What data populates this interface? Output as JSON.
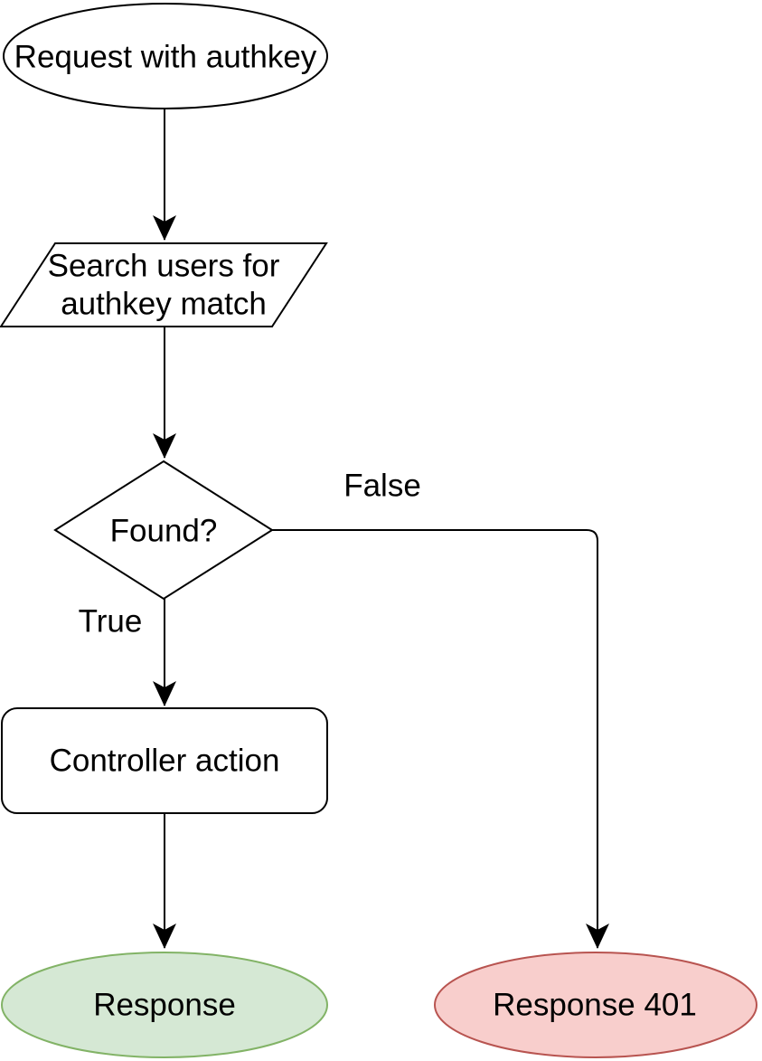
{
  "diagram": {
    "type": "flowchart",
    "nodes": {
      "start": {
        "label": "Request with authkey",
        "shape": "ellipse",
        "fill": "#ffffff",
        "stroke": "#000000"
      },
      "search": {
        "label": "Search users for authkey match",
        "line1": "Search users for",
        "line2": "authkey match",
        "shape": "parallelogram",
        "fill": "#ffffff",
        "stroke": "#000000"
      },
      "decision": {
        "label": "Found?",
        "shape": "diamond",
        "fill": "#ffffff",
        "stroke": "#000000"
      },
      "controller": {
        "label": "Controller action",
        "shape": "rounded-rectangle",
        "fill": "#ffffff",
        "stroke": "#000000"
      },
      "response_ok": {
        "label": "Response",
        "shape": "ellipse",
        "fill": "#d5e8d4",
        "stroke": "#82b366"
      },
      "response_401": {
        "label": "Response 401",
        "shape": "ellipse",
        "fill": "#f8cecc",
        "stroke": "#b85450"
      }
    },
    "edge_labels": {
      "true": "True",
      "false": "False"
    },
    "edge_color": "#000000"
  }
}
